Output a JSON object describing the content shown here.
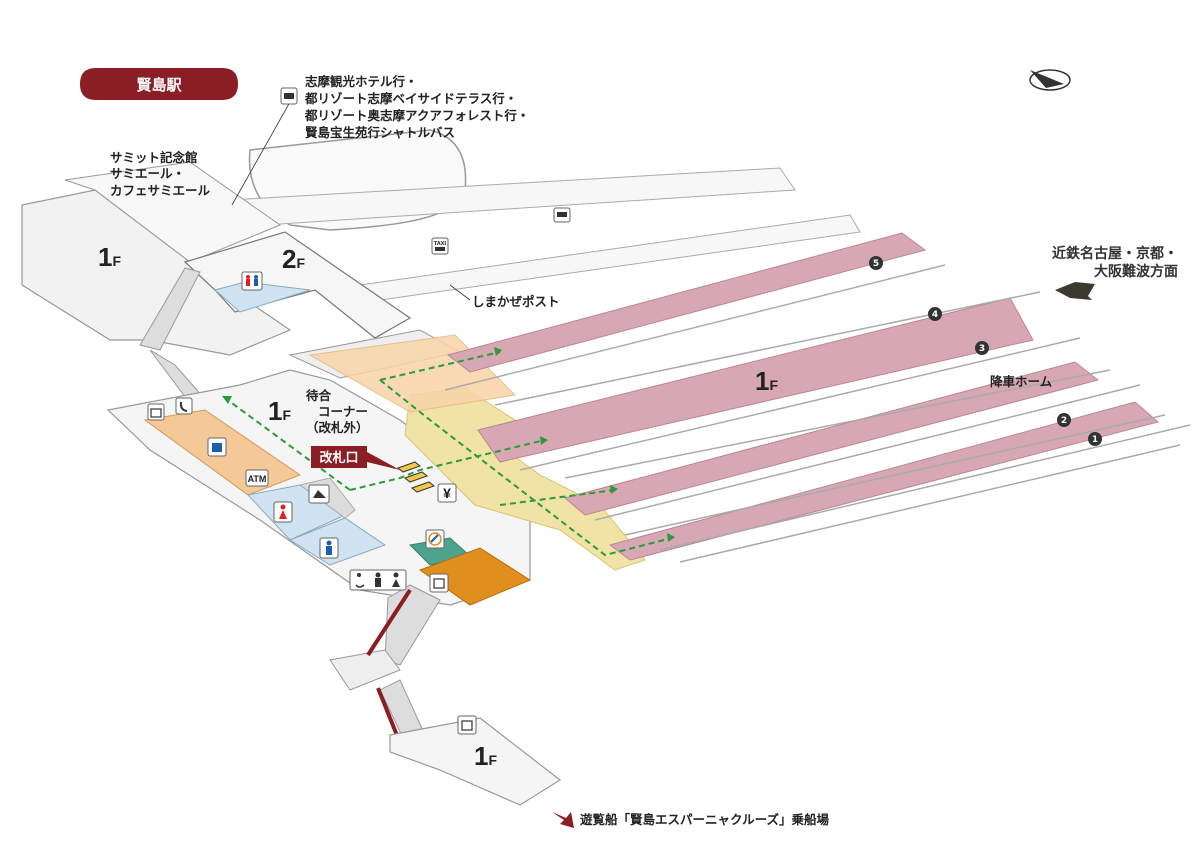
{
  "station_name": "賢島駅",
  "bus_destinations": {
    "line1": "志摩観光ホテル行・",
    "line2": "都リゾート志摩ベイサイドテラス行・",
    "line3": "都リゾート奥志摩アクアフォレスト行・",
    "line4": "賢島宝生苑行シャトルバス"
  },
  "summit": {
    "line1": "サミット記念館",
    "line2": "サミエール・",
    "line3": "カフェサミエール"
  },
  "shimakaze_post": "しまかぜポスト",
  "direction": {
    "line1": "近鉄名古屋・京都・",
    "line2": "大阪難波方面"
  },
  "waiting_corner": {
    "line1": "待合",
    "line2": "コーナー",
    "line3": "（改札外）"
  },
  "ticket_gate": "改札口",
  "arrival_platform": "降車ホーム",
  "cruise_pier": "遊覧船「賢島エスパーニャクルーズ」乗船場",
  "floors": {
    "left_upper": {
      "num": "1",
      "unit": "F"
    },
    "second": {
      "num": "2",
      "unit": "F"
    },
    "concourse": {
      "num": "1",
      "unit": "F"
    },
    "platforms": {
      "num": "1",
      "unit": "F"
    },
    "lower": {
      "num": "1",
      "unit": "F"
    }
  },
  "platform_numbers": [
    "1",
    "2",
    "3",
    "4",
    "5"
  ],
  "icon_labels": {
    "atm": "ATM",
    "yen": "¥",
    "taxi": "TAXI"
  },
  "colors": {
    "brand": "#8b1d24",
    "platform": "#d7a8b3",
    "concourse": "#f1e3a6",
    "route": "#2a9a3a",
    "shop": "#f5c898",
    "restroom": "#cfe3f2",
    "teal": "#4ea38f",
    "orange": "#e08e1e"
  }
}
